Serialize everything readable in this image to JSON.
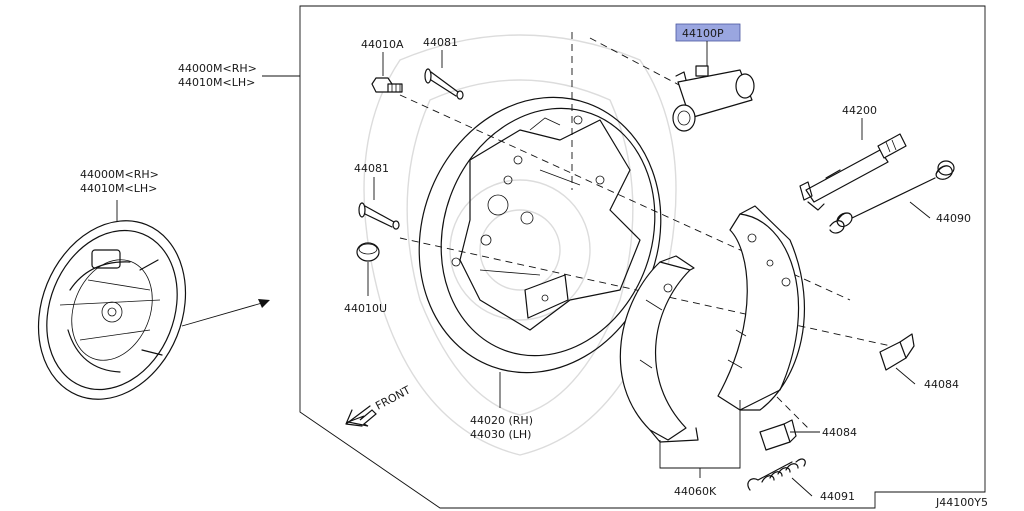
{
  "diagram": {
    "highlight_color": "#9aa6e0",
    "callouts": {
      "assembly_main_rh": "44000M<RH>",
      "assembly_main_lh": "44010M<LH>",
      "assembly_thumb_rh": "44000M<RH>",
      "assembly_thumb_lh": "44010M<LH>",
      "bolt": "44010A",
      "pin_top": "44081",
      "pin_mid": "44081",
      "cap": "44010U",
      "cylinder": "44100P",
      "adjuster": "44200",
      "upper_spring": "44090",
      "retainer_right": "44084",
      "retainer_lower": "44084",
      "lower_spring": "44091",
      "shoe_kit": "44060K",
      "backplate_rh": "44020 (RH)",
      "backplate_lh": "44030 (LH)"
    },
    "front_label": "FRONT",
    "figure_id": "J44100Y5"
  }
}
